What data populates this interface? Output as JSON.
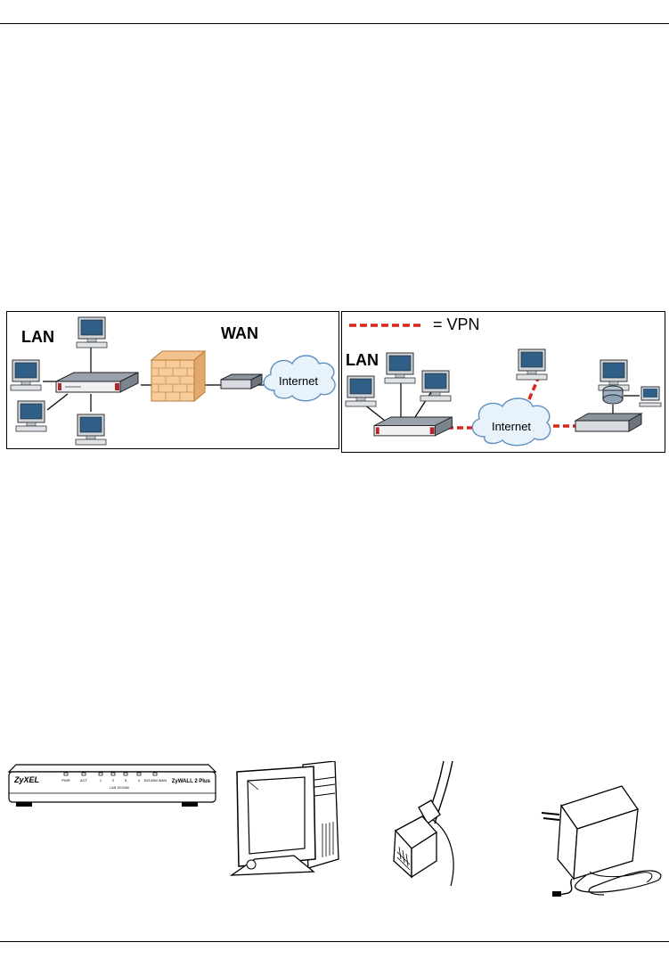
{
  "diagram_left": {
    "lan_label": "LAN",
    "wan_label": "WAN",
    "cloud_label": "Internet"
  },
  "diagram_right": {
    "legend_text": "= VPN",
    "lan_label": "LAN",
    "cloud_label": "Internet",
    "vpn_line_color": "#d9261c"
  },
  "device_front": {
    "brand": "ZyXEL",
    "model": "ZyWALL 2 Plus",
    "port_labels": [
      "PWR",
      "ACT",
      "1",
      "2",
      "3",
      "4",
      "10/100M WAN"
    ],
    "port_group_label": "LAN 10/100M"
  },
  "package_items": [
    "router-front-panel",
    "computer",
    "ethernet-cable",
    "power-adapter"
  ]
}
